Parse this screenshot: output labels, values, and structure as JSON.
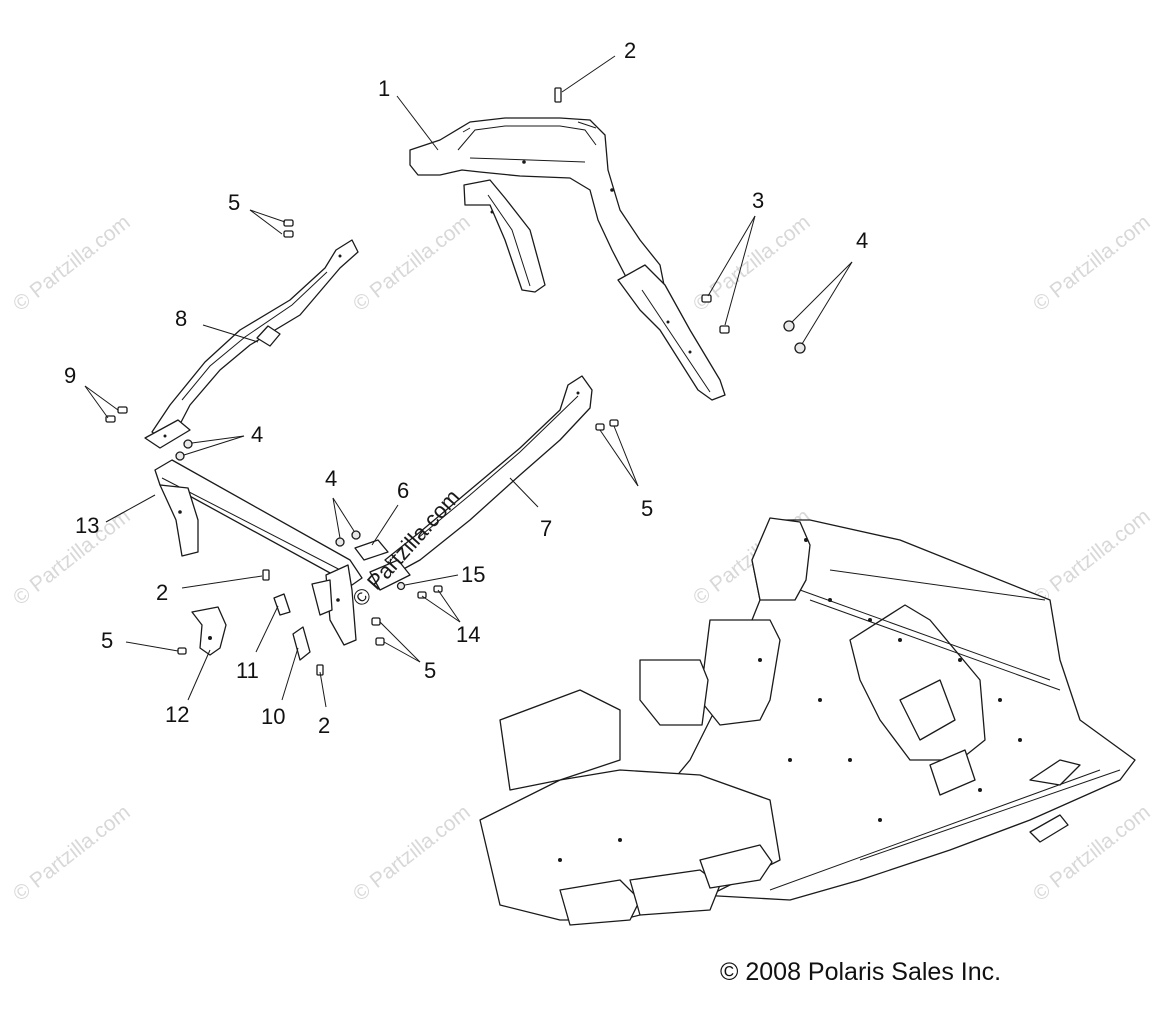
{
  "watermark": "© Partzilla.com",
  "copyright": "© 2008 Polaris Sales Inc.",
  "callouts": {
    "c1": "1",
    "c2a": "2",
    "c2b": "2",
    "c2c": "2",
    "c3": "3",
    "c4a": "4",
    "c4b": "4",
    "c4c": "4",
    "c5a": "5",
    "c5b": "5",
    "c5c": "5",
    "c5d": "5",
    "c6": "6",
    "c7": "7",
    "c8": "8",
    "c9": "9",
    "c10": "10",
    "c11": "11",
    "c12": "12",
    "c13": "13",
    "c14": "14",
    "c15": "15"
  }
}
